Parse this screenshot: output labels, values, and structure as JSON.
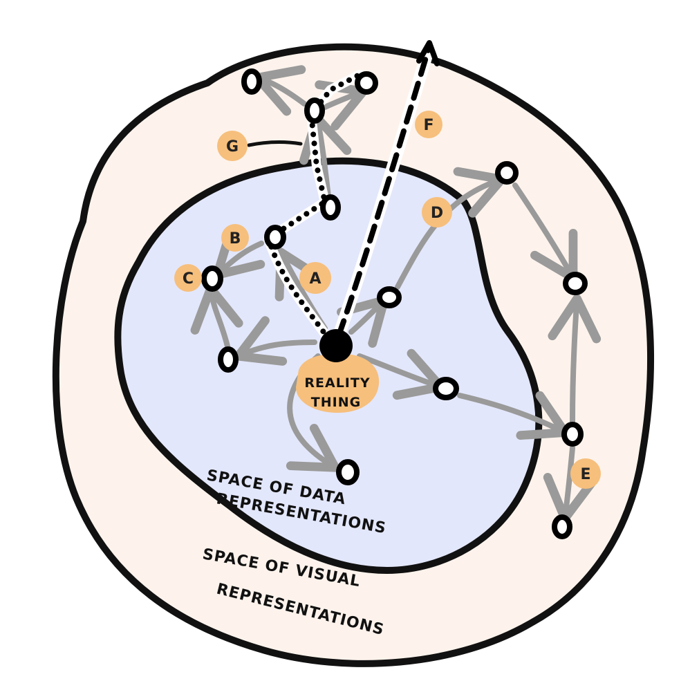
{
  "diagram": {
    "outer_label": [
      "SPACE OF VISUAL",
      "REPRESENTATIONS"
    ],
    "inner_label": [
      "SPACE OF DATA",
      "REPRESENTATIONS"
    ],
    "center_label": [
      "REALITY",
      "THING"
    ],
    "badges": {
      "a": "A",
      "b": "B",
      "c": "C",
      "d": "D",
      "e": "E",
      "f": "F",
      "g": "G"
    },
    "colors": {
      "outer_fill": "#fdf3ec",
      "inner_fill": "#e3e7fb",
      "outline": "#111111",
      "arrow": "#9a9a9a",
      "badge": "#f6bf7c",
      "center_node": "#000000"
    }
  }
}
